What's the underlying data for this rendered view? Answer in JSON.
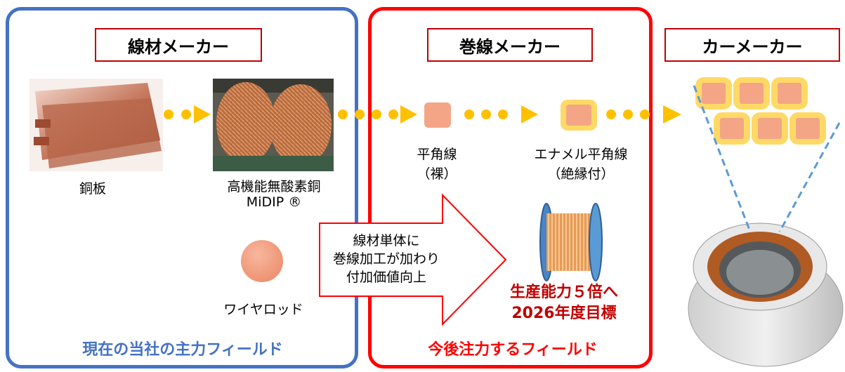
{
  "panels": {
    "wire_maker": {
      "title": "線材メーカー",
      "field": "現在の当社の主力フィールド"
    },
    "coil_maker": {
      "title": "巻線メーカー",
      "field": "今後注力するフィールド"
    },
    "car_maker": {
      "title": "カーメーカー"
    }
  },
  "products": {
    "copper_plate": "銅板",
    "midip_line1": "高機能無酸素銅",
    "midip_line2": "MiDIP ®",
    "wire_rod": "ワイヤロッド",
    "flat_wire_line1": "平角線",
    "flat_wire_line2": "（裸）",
    "enamel_wire_line1": "エナメル平角線",
    "enamel_wire_line2": "（絶縁付）"
  },
  "arrow_note": {
    "line1": "線材単体に",
    "line2": "巻線加工が加わり",
    "line3": "付加価値向上"
  },
  "target": {
    "line1": "生産能力５倍へ",
    "line2": "2026年度目標"
  },
  "colors": {
    "blue": "#4472c4",
    "red": "#ff0000",
    "dark_red": "#c00000",
    "copper": "#f4a586",
    "insulation": "#ffd966",
    "dot": "#ffc000"
  }
}
